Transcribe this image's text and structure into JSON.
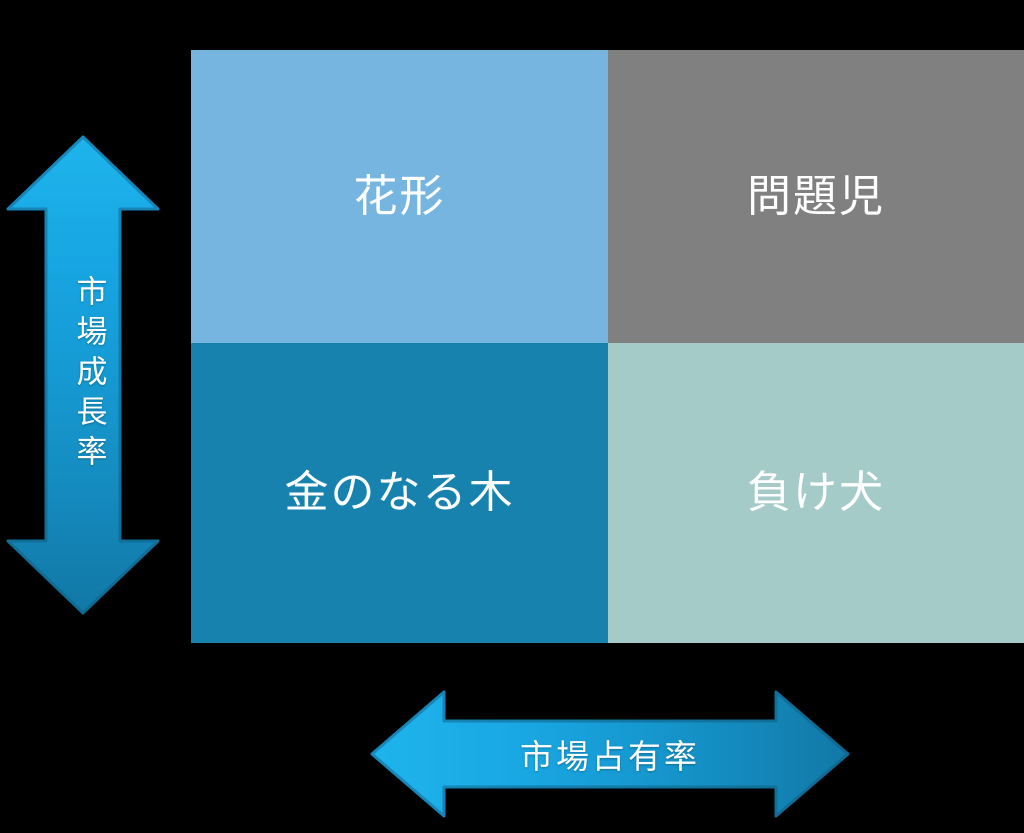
{
  "diagram": {
    "type": "bcg-growth-share-matrix",
    "background_color": "#000000",
    "quadrants": [
      {
        "key": "star",
        "label": "花形",
        "color": "#76b5e0",
        "position": "top-left",
        "growth": "high",
        "share": "high"
      },
      {
        "key": "question-child",
        "label": "問題児",
        "color": "#808080",
        "position": "top-right",
        "growth": "high",
        "share": "low"
      },
      {
        "key": "cash-cow",
        "label": "金のなる木",
        "color": "#1682ad",
        "position": "bottom-left",
        "growth": "low",
        "share": "high"
      },
      {
        "key": "dog",
        "label": "負け犬",
        "color": "#a4cbc8",
        "position": "bottom-right",
        "growth": "low",
        "share": "low"
      }
    ],
    "axes": {
      "vertical": {
        "label": "市場成長率",
        "icon": "double-arrow-vertical-icon",
        "gradient_from": "#1bade8",
        "gradient_to": "#1580b0",
        "stroke": "#1276a3",
        "text_color": "#ffffff"
      },
      "horizontal": {
        "label": "市場占有率",
        "icon": "double-arrow-horizontal-icon",
        "gradient_from": "#1bade8",
        "gradient_to": "#1580b0",
        "stroke": "#1276a3",
        "text_color": "#ffffff"
      }
    }
  }
}
